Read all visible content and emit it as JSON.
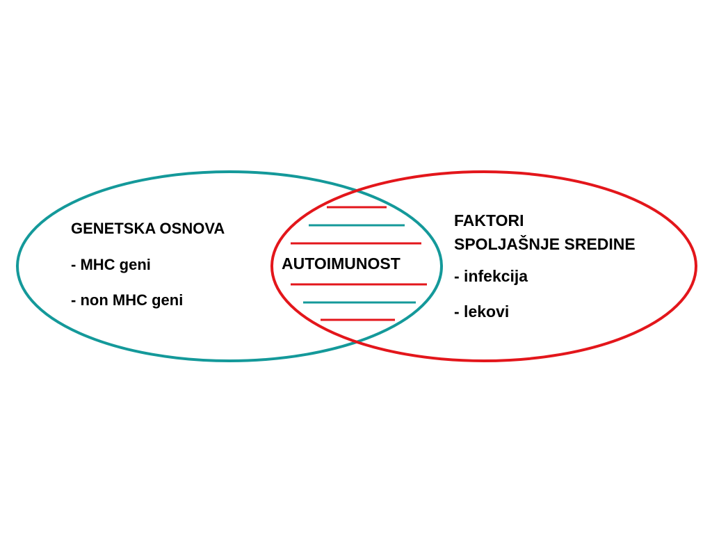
{
  "left_circle": {
    "title": "GENETSKA OSNOVA",
    "items": [
      "- MHC geni",
      "- non MHC geni"
    ],
    "color": "#14999a"
  },
  "right_circle": {
    "title_lines": [
      "FAKTORI",
      "SPOLJAŠNJE SREDINE"
    ],
    "items": [
      "- infekcija",
      "- lekovi"
    ],
    "color": "#e3161b"
  },
  "intersection": {
    "label": "AUTOIMUNOST",
    "stripe_colors": [
      "#e3161b",
      "#14999a",
      "#e3161b",
      "#e3161b",
      "#14999a",
      "#e3161b"
    ]
  }
}
